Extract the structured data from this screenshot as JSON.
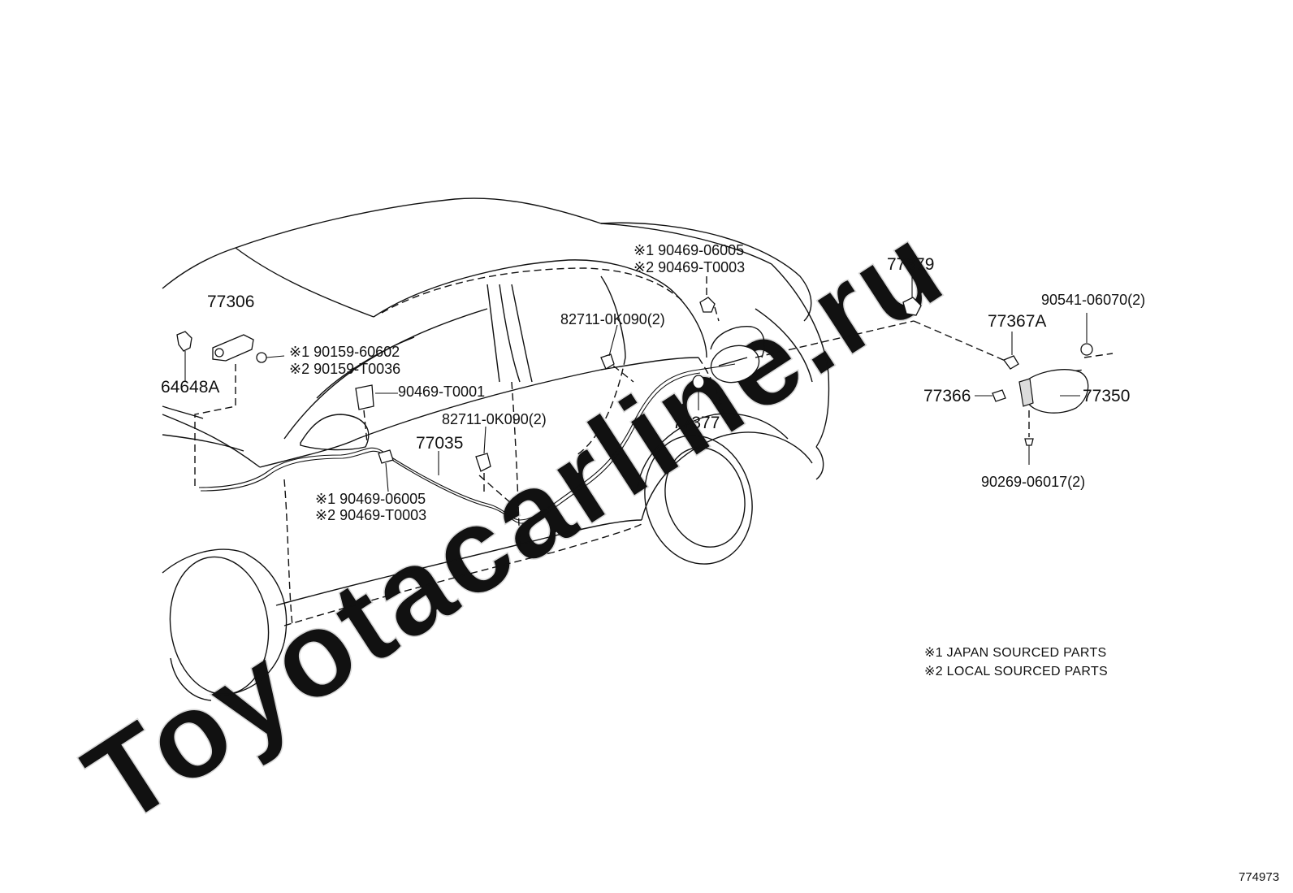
{
  "watermark": "Toyotacarline.ru",
  "parts": {
    "p77306": "77306",
    "p64648A": "64648A",
    "screw_j": "※1 90159-60602",
    "screw_l": "※2 90159-T0036",
    "clip_top_j": "※1 90469-06005",
    "clip_top_l": "※2 90469-T0003",
    "p82711_a": "82711-0K090(2)",
    "p90469_T0001": "90469-T0001",
    "p82711_b": "82711-0K090(2)",
    "p77035": "77035",
    "clip_bot_j": "※1 90469-06005",
    "clip_bot_l": "※2 90469-T0003",
    "p77377": "77377",
    "p77379": "77379",
    "p77367A": "77367A",
    "p90541": "90541-06070(2)",
    "p77366": "77366",
    "p77350": "77350",
    "p90269": "90269-06017(2)"
  },
  "legend": {
    "line1": "※1 JAPAN SOURCED PARTS",
    "line2": "※2 LOCAL SOURCED PARTS"
  },
  "reference_number": "774973"
}
